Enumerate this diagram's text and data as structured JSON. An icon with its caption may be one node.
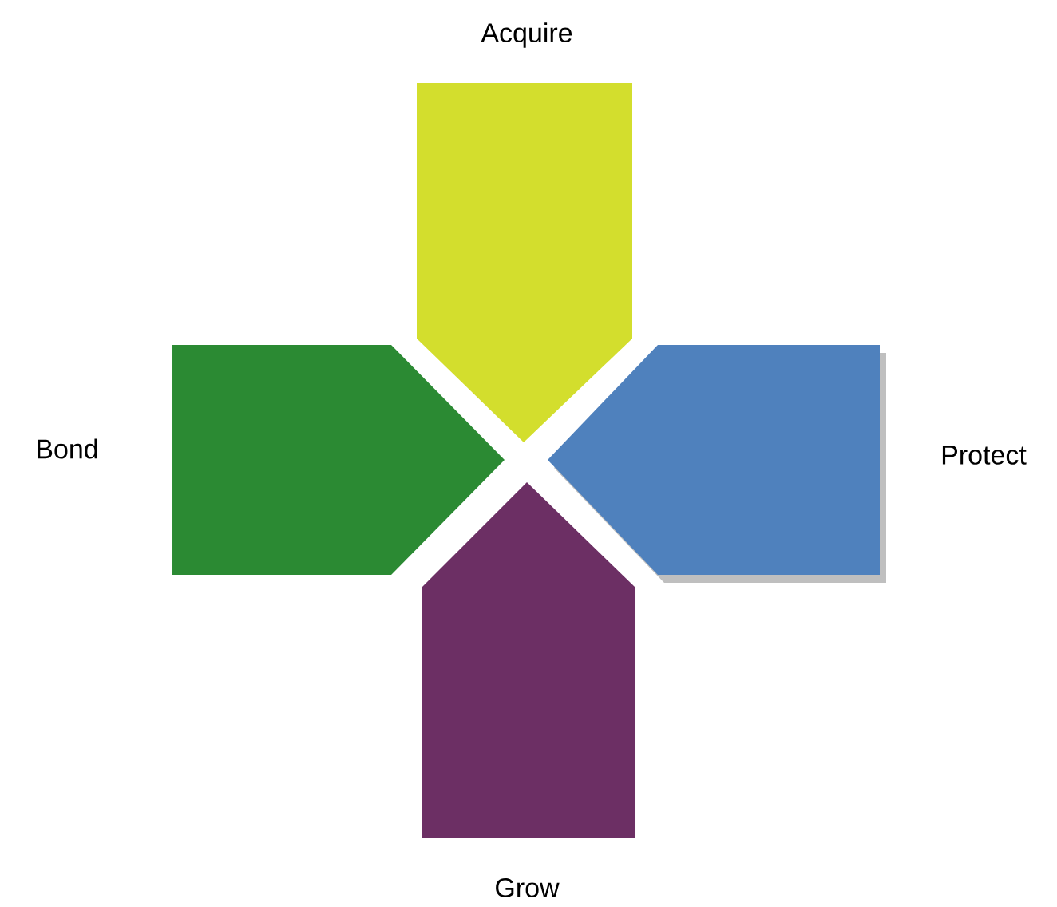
{
  "diagram": {
    "nodes": [
      {
        "text": [
          "Acquire"
        ]
      },
      {
        "text": [
          "Bond"
        ]
      },
      {
        "text": [
          "Protect"
        ]
      },
      {
        "text": [
          "Grow"
        ]
      }
    ]
  }
}
